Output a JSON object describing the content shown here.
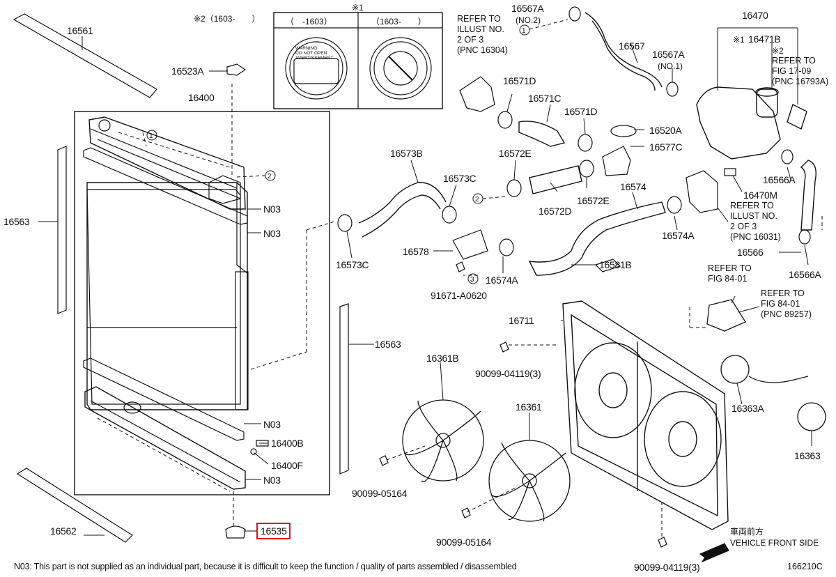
{
  "labels": {
    "p16561": "16561",
    "p16523A": "16523A",
    "p16400": "16400",
    "p16563_left": "16563",
    "p16563_mid": "16563",
    "p16562": "16562",
    "p16535": "16535",
    "p16400B": "16400B",
    "p16400F": "16400F",
    "n03_1": "N03",
    "n03_2": "N03",
    "n03_3": "N03",
    "n03_4": "N03",
    "p16567A_top": "16567A",
    "p16567A_top_note": "(NO.2)",
    "p16567": "16567",
    "p16567A_mid": "16567A",
    "p16567A_mid_note": "(NO.1)",
    "p16470": "16470",
    "p16471B": "16471B",
    "p16571D_1": "16571D",
    "p16571C": "16571C",
    "p16571D_2": "16571D",
    "p16520A": "16520A",
    "p16577C": "16577C",
    "p16573B": "16573B",
    "p16572E_1": "16572E",
    "p16573C_1": "16573C",
    "p16572D": "16572D",
    "p16572E_2": "16572E",
    "p16574": "16574",
    "p16566A_1": "16566A",
    "p16470M": "16470M",
    "p16574A_1": "16574A",
    "p16566": "16566",
    "p16566A_2": "16566A",
    "p16573C_2": "16573C",
    "p16578": "16578",
    "p16574A_2": "16574A",
    "p16581B": "16581B",
    "p91671": "91671-A0620",
    "p16711": "16711",
    "p16361B": "16361B",
    "p90099_04119_1": "90099-04119(3)",
    "p16361": "16361",
    "p16363A": "16363A",
    "p16363": "16363",
    "p90099_05164_1": "90099-05164",
    "p90099_05164_2": "90099-05164",
    "p90099_04119_2": "90099-04119(3)"
  },
  "notes": {
    "mark2_range": "※2（1603-　　）",
    "mark1": "※1",
    "cap_col1": "（　-1603）",
    "cap_col2": "（1603-　　）",
    "cap_text": "WARNING\nDO NOT OPEN\nAVERTISSEMENT",
    "ref_16304": "REFER TO\nILLUST NO.\n2 OF 3\n(PNC 16304)",
    "ref_17_09": "REFER TO\nFIG 17-09\n(PNC 16793A)",
    "mark1_small": "※1",
    "mark2_small": "※2",
    "ref_16031": "REFER TO\nILLUST NO.\n2 OF 3\n(PNC 16031)",
    "ref_84_01_a": "REFER TO\nFIG 84-01",
    "ref_84_01_b": "REFER TO\nFIG 84-01\n(PNC 89257)",
    "front_jp": "車両前方",
    "front_en": "VEHICLE FRONT SIDE"
  },
  "footnote": "N03: This part is not supplied as an individual part, because it is difficult to keep the function / quality of parts assembled / disassembled",
  "diagram_code": "166210C",
  "highlight_color": "#d8141c"
}
